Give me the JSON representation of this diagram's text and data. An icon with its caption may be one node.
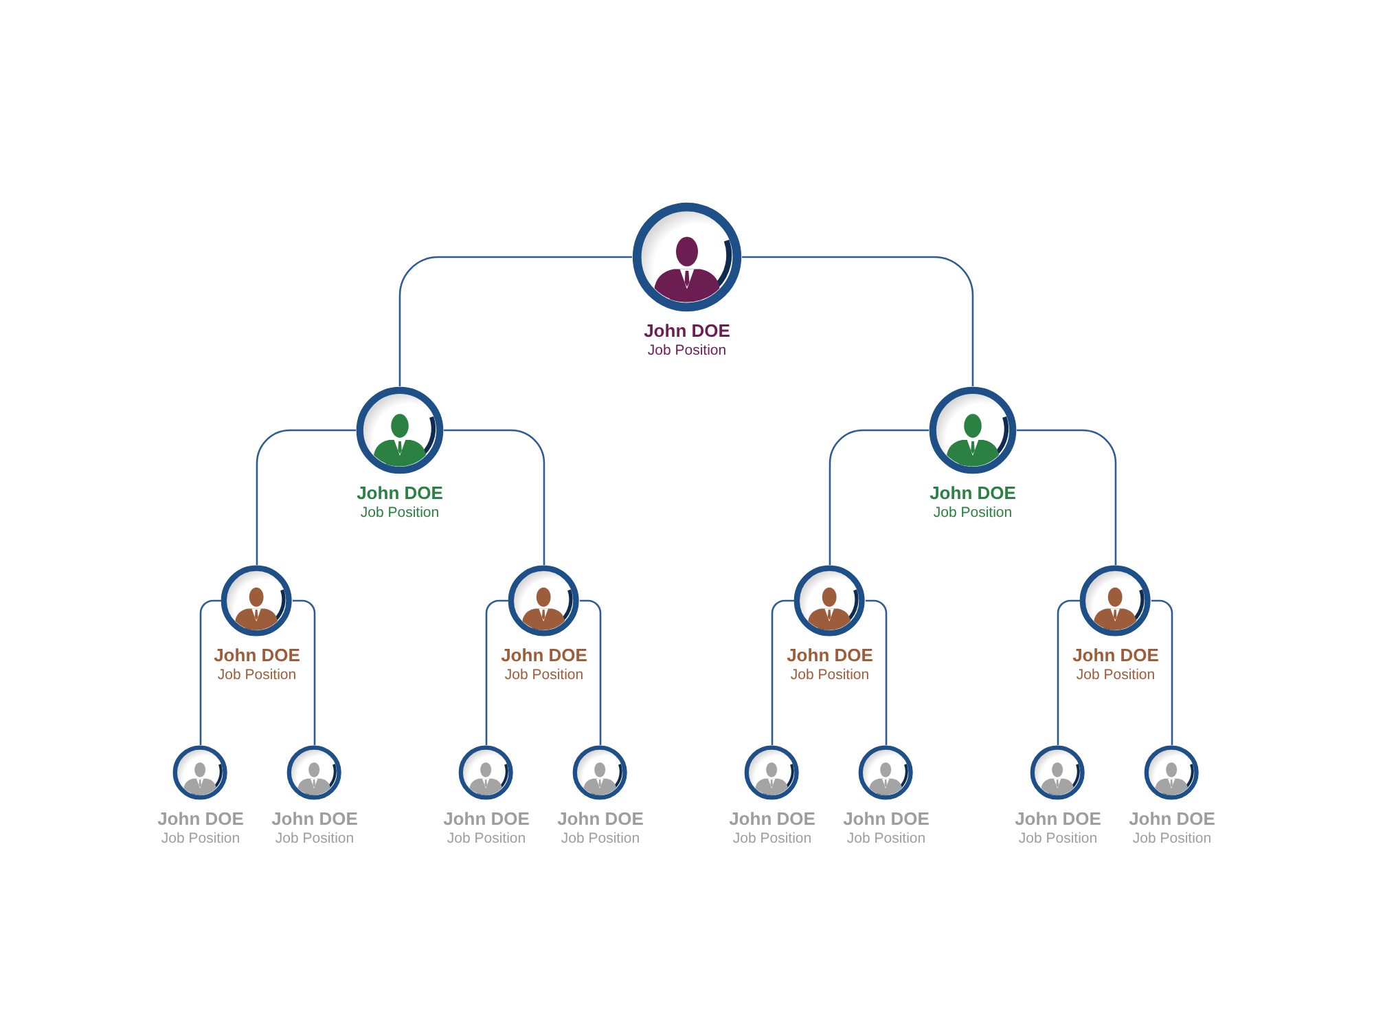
{
  "diagram": {
    "nodes": [
      {
        "text": [
          "John DOE",
          "Job Position"
        ]
      },
      {
        "text": [
          "John DOE",
          "Job Position"
        ]
      },
      {
        "text": [
          "John DOE",
          "Job Position"
        ]
      },
      {
        "text": [
          "John DOE",
          "Job Position"
        ]
      },
      {
        "text": [
          "John DOE",
          "Job Position"
        ]
      },
      {
        "text": [
          "John DOE",
          "Job Position"
        ]
      },
      {
        "text": [
          "John DOE",
          "Job Position"
        ]
      },
      {
        "text": [
          "John DOE",
          "Job Position"
        ]
      },
      {
        "text": [
          "John DOE",
          "Job Position"
        ]
      },
      {
        "text": [
          "John DOE",
          "Job Position"
        ]
      },
      {
        "text": [
          "John DOE",
          "Job Position"
        ]
      },
      {
        "text": [
          "John DOE",
          "Job Position"
        ]
      },
      {
        "text": [
          "John DOE",
          "Job Position"
        ]
      },
      {
        "text": [
          "John DOE",
          "Job Position"
        ]
      },
      {
        "text": [
          "John DOE",
          "Job Position"
        ]
      }
    ],
    "edges": [
      {
        "from": 0,
        "to": 1,
        "arrow": "none"
      },
      {
        "from": 0,
        "to": 2,
        "arrow": "none"
      },
      {
        "from": 1,
        "to": 3,
        "arrow": "none"
      },
      {
        "from": 1,
        "to": 4,
        "arrow": "none"
      },
      {
        "from": 2,
        "to": 5,
        "arrow": "none"
      },
      {
        "from": 2,
        "to": 6,
        "arrow": "none"
      },
      {
        "from": 3,
        "to": 7,
        "arrow": "none"
      },
      {
        "from": 3,
        "to": 8,
        "arrow": "none"
      },
      {
        "from": 4,
        "to": 9,
        "arrow": "none"
      },
      {
        "from": 4,
        "to": 10,
        "arrow": "none"
      },
      {
        "from": 5,
        "to": 11,
        "arrow": "none"
      },
      {
        "from": 5,
        "to": 12,
        "arrow": "none"
      },
      {
        "from": 6,
        "to": 13,
        "arrow": "none"
      },
      {
        "from": 6,
        "to": 14,
        "arrow": "none"
      }
    ]
  }
}
